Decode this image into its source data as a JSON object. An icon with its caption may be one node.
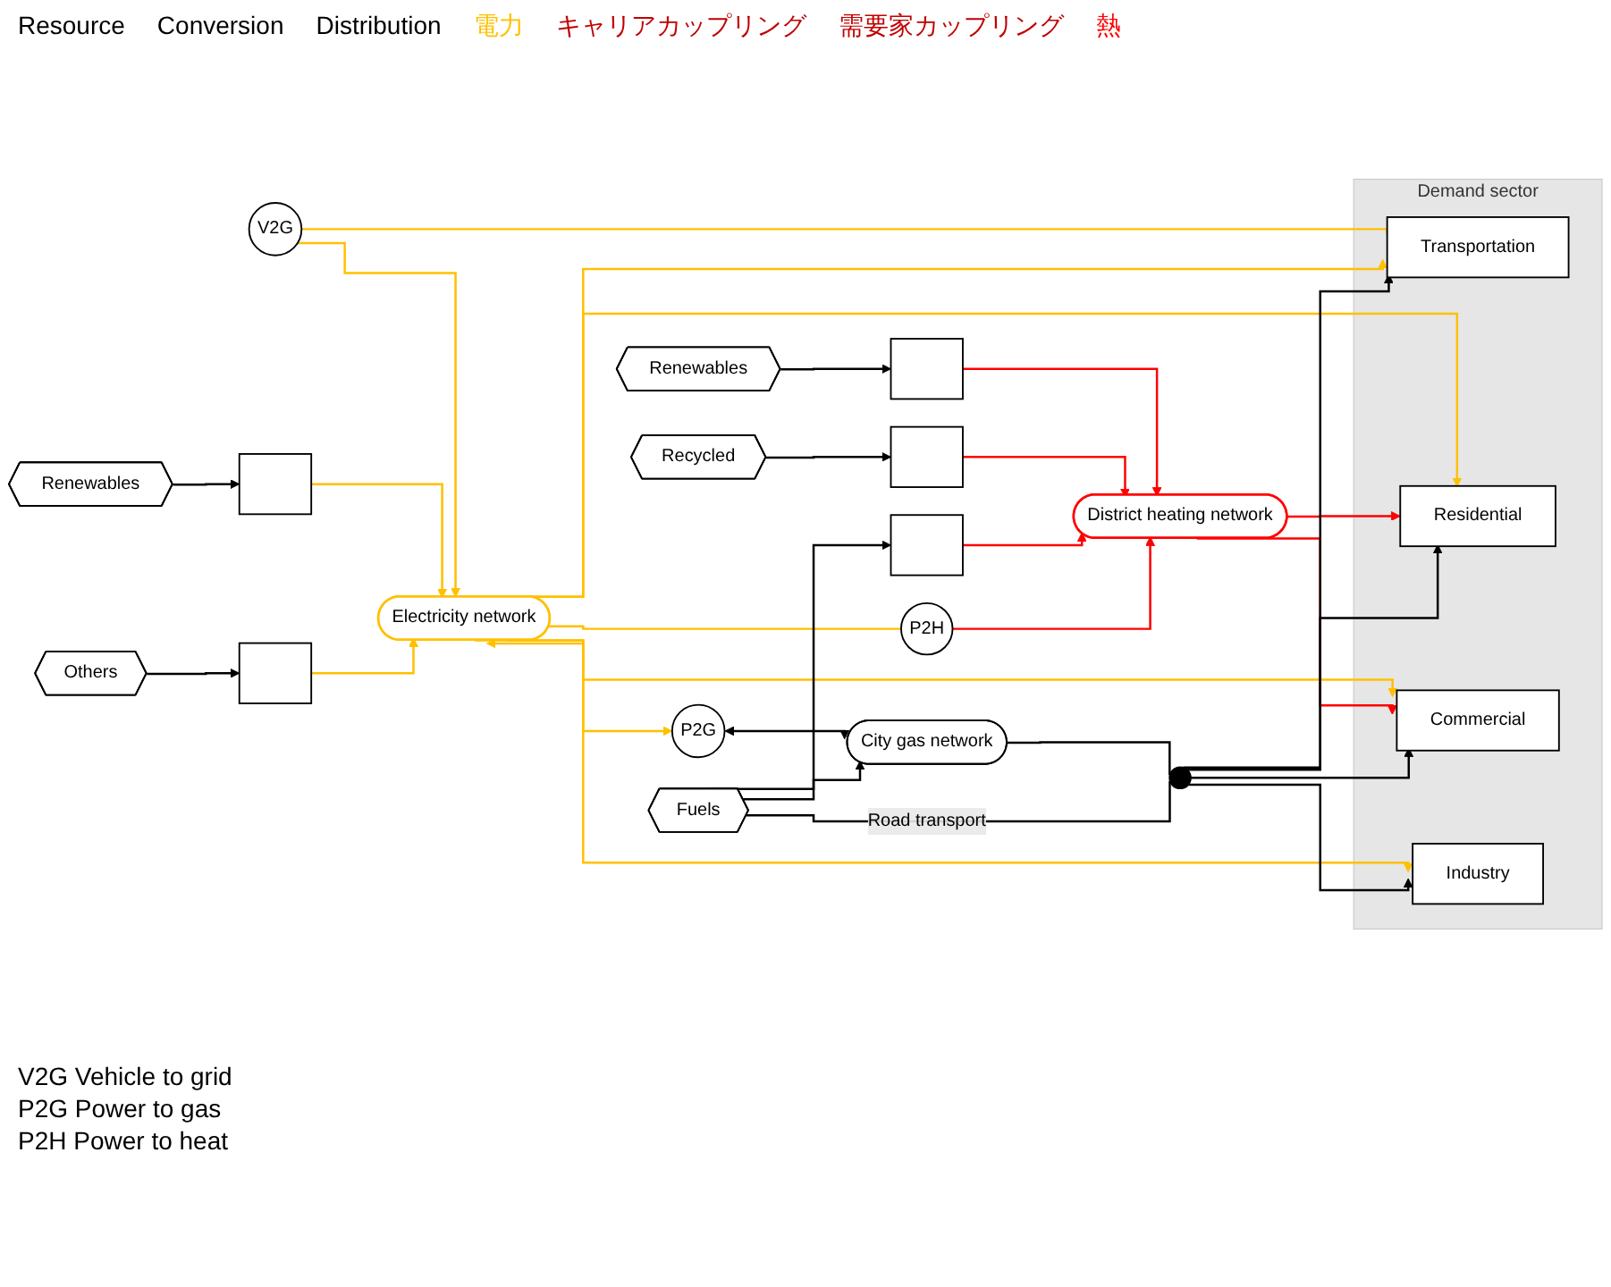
{
  "diagram": {
    "nodes": [
      {
        "text": [
          "V2G"
        ]
      },
      {
        "text": [
          "Renewables"
        ]
      },
      {
        "text": [],
        "shape": "box"
      },
      {
        "text": [
          "Electricity network"
        ]
      },
      {
        "text": [
          "Others"
        ]
      },
      {
        "text": [],
        "shape": "box"
      },
      {
        "text": [
          "Demand sector"
        ]
      },
      {
        "text": [
          "Transportation"
        ],
        "in": 6
      },
      {
        "text": [
          "P2G"
        ]
      },
      {
        "text": [
          "P2H"
        ]
      },
      {
        "text": [
          "Renewables"
        ]
      },
      {
        "text": [],
        "shape": "box"
      },
      {
        "text": [
          "Residential"
        ],
        "in": 6
      },
      {
        "text": [
          "Recycled"
        ]
      },
      {
        "text": [],
        "shape": "box"
      },
      {
        "text": [
          "District heating network"
        ]
      },
      {
        "text": [
          "Commercial"
        ],
        "in": 6
      },
      {
        "text": [],
        "shape": "box"
      },
      {
        "text": [
          "Fuels"
        ]
      },
      {
        "text": [
          "City gas network"
        ]
      },
      {
        "text": [
          "Industry"
        ],
        "in": 6
      },
      {
        "text": [],
        "shape": "circle"
      }
    ],
    "edges": [
      {
        "from": 0,
        "to": 3,
        "arrow": "to",
        "color": "#ffc000"
      },
      {
        "from": 0,
        "to": 7,
        "arrow": "none",
        "color": "#ffc000"
      },
      {
        "from": 1,
        "to": 2,
        "arrow": "to"
      },
      {
        "from": 4,
        "to": 5,
        "arrow": "to"
      },
      {
        "from": 2,
        "to": 3,
        "arrow": "to",
        "color": "#ffc000"
      },
      {
        "from": 5,
        "to": 3,
        "arrow": "to",
        "color": "#ffc000"
      },
      {
        "from": 3,
        "to": 8,
        "arrow": "both",
        "color": "#ffc000"
      },
      {
        "from": 3,
        "to": 9,
        "arrow": "none",
        "color": "#ffc000"
      },
      {
        "from": 3,
        "to": 7,
        "arrow": "to",
        "color": "#ffc000"
      },
      {
        "from": 3,
        "to": 12,
        "arrow": "to",
        "color": "#ffc000"
      },
      {
        "from": 3,
        "to": 16,
        "arrow": "to",
        "color": "#ffc000"
      },
      {
        "from": 3,
        "to": 20,
        "arrow": "to",
        "color": "#ffc000"
      },
      {
        "from": 10,
        "to": 11,
        "arrow": "to"
      },
      {
        "from": 13,
        "to": 14,
        "arrow": "to"
      },
      {
        "from": 11,
        "to": 15,
        "arrow": "to",
        "color": "#ff0000"
      },
      {
        "from": 14,
        "to": 15,
        "arrow": "to",
        "color": "#ff0000"
      },
      {
        "from": 17,
        "to": 15,
        "arrow": "to",
        "color": "#ff0000"
      },
      {
        "from": 9,
        "to": 15,
        "arrow": "to",
        "color": "#ff0000"
      },
      {
        "from": 15,
        "to": 12,
        "arrow": "to",
        "color": "#ff0000"
      },
      {
        "from": 15,
        "to": 16,
        "arrow": "to",
        "color": "#ff0000"
      },
      {
        "from": 8,
        "to": 19,
        "arrow": "both"
      },
      {
        "from": 18,
        "to": 17,
        "arrow": "to"
      },
      {
        "from": 18,
        "to": 19,
        "arrow": "to"
      },
      {
        "from": 19,
        "to": 21,
        "arrow": "none"
      },
      {
        "from": 18,
        "to": 21,
        "label": "Road transport",
        "arrow": "none"
      },
      {
        "from": 21,
        "to": 7,
        "arrow": "to"
      },
      {
        "from": 21,
        "to": 12,
        "arrow": "to"
      },
      {
        "from": 21,
        "to": 16,
        "arrow": "to"
      },
      {
        "from": 21,
        "to": 20,
        "arrow": "to"
      }
    ],
    "labels": [
      "Resource",
      "Conversion",
      "Distribution",
      "電力",
      "キャリアカップリング",
      "需要家カップリング",
      "熱",
      "V2G Vehicle to grid",
      "P2G Power to gas",
      "P2H Power to heat"
    ]
  }
}
